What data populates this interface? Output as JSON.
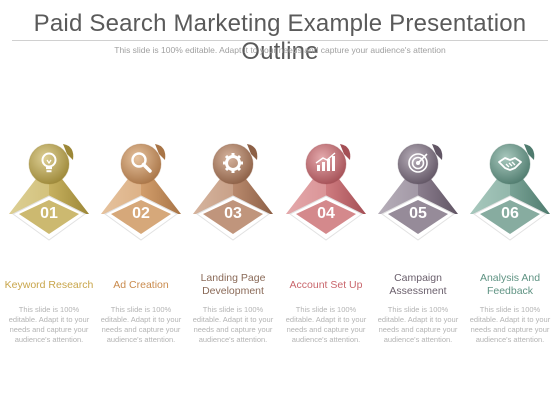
{
  "title": "Paid Search Marketing Example Presentation Outline",
  "subtitle": "This slide is 100% editable. Adapt it to your needs and capture your audience's attention",
  "steps": [
    {
      "number": "01",
      "label": "Keyword Research",
      "icon": "lightbulb-icon",
      "desc": "This slide is 100% editable. Adapt it to your needs and capture your audience's attention.",
      "color": "#c7b160",
      "dark": "#9c8737",
      "light": "#ddcf95",
      "label_color": "#c8a54a"
    },
    {
      "number": "02",
      "label": "Ad Creation",
      "icon": "magnifier-icon",
      "desc": "This slide is 100% editable. Adapt it to your needs and capture your audience's attention.",
      "color": "#d29e6c",
      "dark": "#a87446",
      "light": "#e6c29e",
      "label_color": "#c98a4c"
    },
    {
      "number": "03",
      "label": "Landing Page Development",
      "icon": "gear-icon",
      "desc": "This slide is 100% editable. Adapt it to your needs and capture your audience's attention.",
      "color": "#b98a6e",
      "dark": "#8c5f45",
      "light": "#d6b49e",
      "label_color": "#8a6a58"
    },
    {
      "number": "04",
      "label": "Account Set Up",
      "icon": "bar-chart-icon",
      "desc": "This slide is 100% editable. Adapt it to your needs and capture your audience's attention.",
      "color": "#cf7c80",
      "dark": "#a44f55",
      "light": "#e4a9ac",
      "label_color": "#c9666c"
    },
    {
      "number": "05",
      "label": "Campaign Assessment",
      "icon": "target-icon",
      "desc": "This slide is 100% editable. Adapt it to your needs and capture your audience's attention.",
      "color": "#8b7e8e",
      "dark": "#615564",
      "light": "#b7aeb9",
      "label_color": "#6a5f6c"
    },
    {
      "number": "06",
      "label": "Analysis And Feedback",
      "icon": "handshake-icon",
      "desc": "This slide is 100% editable. Adapt it to your needs and capture your audience's attention.",
      "color": "#7aa396",
      "dark": "#4f7b6e",
      "light": "#a8c8bd",
      "label_color": "#5f9383"
    }
  ]
}
